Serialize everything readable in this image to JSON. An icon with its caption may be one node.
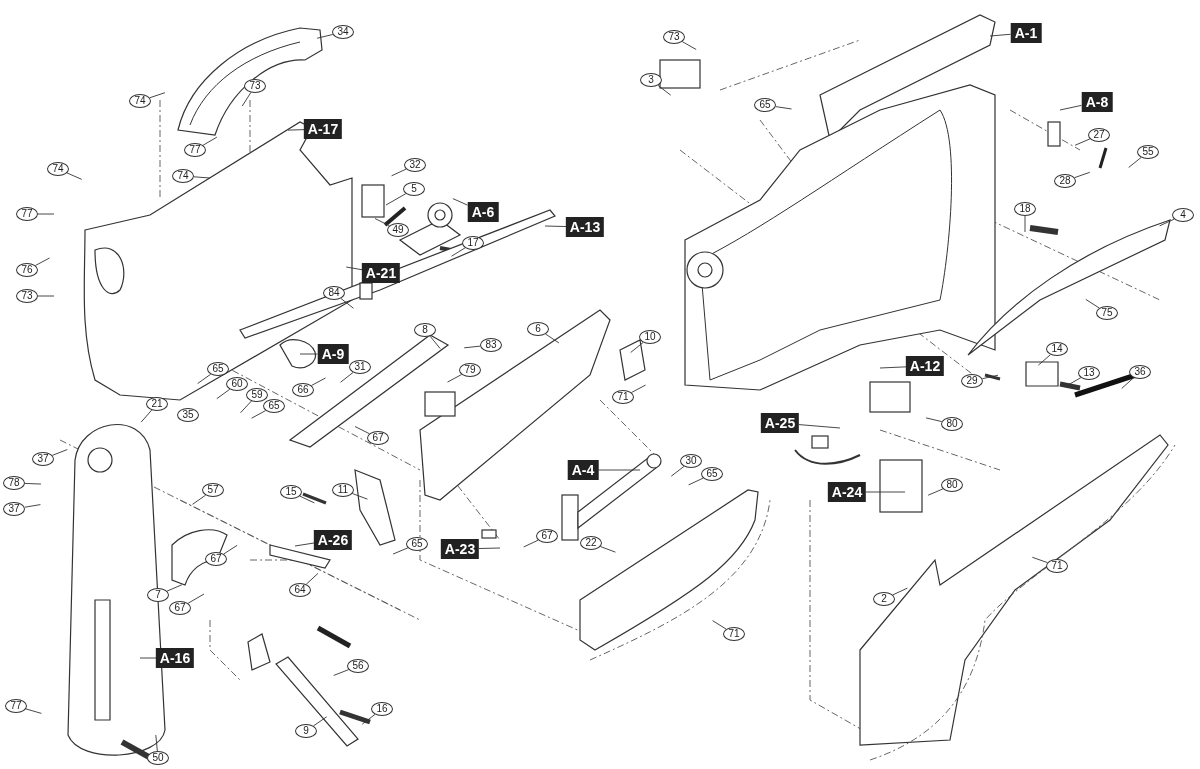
{
  "diagram": {
    "nodes": [
      {
        "text": [
          "34"
        ]
      },
      {
        "text": [
          "A-1"
        ]
      },
      {
        "text": [
          "73"
        ]
      },
      {
        "text": [
          "74"
        ]
      },
      {
        "text": [
          "73"
        ]
      },
      {
        "text": [
          "3"
        ]
      },
      {
        "text": [
          "A-8"
        ]
      },
      {
        "text": [
          "65"
        ]
      },
      {
        "text": [
          "A-17"
        ]
      },
      {
        "text": [
          "27"
        ]
      },
      {
        "text": [
          "77"
        ]
      },
      {
        "text": [
          "55"
        ]
      },
      {
        "text": [
          "74"
        ]
      },
      {
        "text": [
          "32"
        ]
      },
      {
        "text": [
          "74"
        ]
      },
      {
        "text": [
          "28"
        ]
      },
      {
        "text": [
          "5"
        ]
      },
      {
        "text": [
          "18"
        ]
      },
      {
        "text": [
          "A-6"
        ]
      },
      {
        "text": [
          "77"
        ]
      },
      {
        "text": [
          "4"
        ]
      },
      {
        "text": [
          "A-13"
        ]
      },
      {
        "text": [
          "49"
        ]
      },
      {
        "text": [
          "17"
        ]
      },
      {
        "text": [
          "76"
        ]
      },
      {
        "text": [
          "A-21"
        ]
      },
      {
        "text": [
          "84"
        ]
      },
      {
        "text": [
          "73"
        ]
      },
      {
        "text": [
          "75"
        ]
      },
      {
        "text": [
          "8"
        ]
      },
      {
        "text": [
          "6"
        ]
      },
      {
        "text": [
          "10"
        ]
      },
      {
        "text": [
          "83"
        ]
      },
      {
        "text": [
          "A-9"
        ]
      },
      {
        "text": [
          "A-12"
        ]
      },
      {
        "text": [
          "14"
        ]
      },
      {
        "text": [
          "31"
        ]
      },
      {
        "text": [
          "79"
        ]
      },
      {
        "text": [
          "13"
        ]
      },
      {
        "text": [
          "36"
        ]
      },
      {
        "text": [
          "65"
        ]
      },
      {
        "text": [
          "29"
        ]
      },
      {
        "text": [
          "60"
        ]
      },
      {
        "text": [
          "66"
        ]
      },
      {
        "text": [
          "59"
        ]
      },
      {
        "text": [
          "71"
        ]
      },
      {
        "text": [
          "21"
        ]
      },
      {
        "text": [
          "65"
        ]
      },
      {
        "text": [
          "35"
        ]
      },
      {
        "text": [
          "A-25"
        ]
      },
      {
        "text": [
          "80"
        ]
      },
      {
        "text": [
          "67"
        ]
      },
      {
        "text": [
          "37"
        ]
      },
      {
        "text": [
          "A-4"
        ]
      },
      {
        "text": [
          "30"
        ]
      },
      {
        "text": [
          "65"
        ]
      },
      {
        "text": [
          "78"
        ]
      },
      {
        "text": [
          "80"
        ]
      },
      {
        "text": [
          "57"
        ]
      },
      {
        "text": [
          "15"
        ]
      },
      {
        "text": [
          "11"
        ]
      },
      {
        "text": [
          "A-24"
        ]
      },
      {
        "text": [
          "37"
        ]
      },
      {
        "text": [
          "A-26"
        ]
      },
      {
        "text": [
          "A-23"
        ]
      },
      {
        "text": [
          "67"
        ]
      },
      {
        "text": [
          "65"
        ]
      },
      {
        "text": [
          "22"
        ]
      },
      {
        "text": [
          "67"
        ]
      },
      {
        "text": [
          "71"
        ]
      },
      {
        "text": [
          "64"
        ]
      },
      {
        "text": [
          "7"
        ]
      },
      {
        "text": [
          "2"
        ]
      },
      {
        "text": [
          "67"
        ]
      },
      {
        "text": [
          "71"
        ]
      },
      {
        "text": [
          "A-16"
        ]
      },
      {
        "text": [
          "56"
        ]
      },
      {
        "text": [
          "77"
        ]
      },
      {
        "text": [
          "16"
        ]
      },
      {
        "text": [
          "9"
        ]
      },
      {
        "text": [
          "50"
        ]
      }
    ],
    "edges": [
      {
        "from": 0,
        "to": null,
        "arrow": "none"
      },
      {
        "from": 1,
        "to": null,
        "arrow": "none"
      },
      {
        "from": 2,
        "to": null,
        "arrow": "none"
      },
      {
        "from": 3,
        "to": null,
        "arrow": "none"
      },
      {
        "from": 4,
        "to": null,
        "arrow": "none"
      },
      {
        "from": 5,
        "to": null,
        "arrow": "none"
      },
      {
        "from": 6,
        "to": null,
        "arrow": "none"
      },
      {
        "from": 7,
        "to": null,
        "arrow": "none"
      },
      {
        "from": 8,
        "to": null,
        "arrow": "none"
      },
      {
        "from": 9,
        "to": null,
        "arrow": "none"
      },
      {
        "from": 10,
        "to": null,
        "arrow": "none"
      },
      {
        "from": 11,
        "to": null,
        "arrow": "none"
      },
      {
        "from": 12,
        "to": null,
        "arrow": "none"
      },
      {
        "from": 13,
        "to": null,
        "arrow": "none"
      },
      {
        "from": 14,
        "to": null,
        "arrow": "none"
      },
      {
        "from": 15,
        "to": null,
        "arrow": "none"
      },
      {
        "from": 16,
        "to": null,
        "arrow": "none"
      },
      {
        "from": 17,
        "to": null,
        "arrow": "none"
      },
      {
        "from": 18,
        "to": null,
        "arrow": "none"
      },
      {
        "from": 19,
        "to": null,
        "arrow": "none"
      },
      {
        "from": 20,
        "to": null,
        "arrow": "none"
      },
      {
        "from": 21,
        "to": null,
        "arrow": "none"
      },
      {
        "from": 22,
        "to": null,
        "arrow": "none"
      },
      {
        "from": 23,
        "to": null,
        "arrow": "none"
      },
      {
        "from": 24,
        "to": null,
        "arrow": "none"
      },
      {
        "from": 25,
        "to": null,
        "arrow": "none"
      },
      {
        "from": 26,
        "to": null,
        "arrow": "none"
      },
      {
        "from": 27,
        "to": null,
        "arrow": "none"
      },
      {
        "from": 28,
        "to": null,
        "arrow": "none"
      },
      {
        "from": 29,
        "to": null,
        "arrow": "none"
      },
      {
        "from": 30,
        "to": null,
        "arrow": "none"
      },
      {
        "from": 31,
        "to": null,
        "arrow": "none"
      },
      {
        "from": 32,
        "to": null,
        "arrow": "none"
      },
      {
        "from": 33,
        "to": null,
        "arrow": "none"
      },
      {
        "from": 34,
        "to": null,
        "arrow": "none"
      },
      {
        "from": 35,
        "to": null,
        "arrow": "none"
      },
      {
        "from": 36,
        "to": null,
        "arrow": "none"
      },
      {
        "from": 37,
        "to": null,
        "arrow": "none"
      },
      {
        "from": 38,
        "to": null,
        "arrow": "none"
      },
      {
        "from": 39,
        "to": null,
        "arrow": "none"
      },
      {
        "from": 40,
        "to": null,
        "arrow": "none"
      },
      {
        "from": 41,
        "to": null,
        "arrow": "none"
      },
      {
        "from": 42,
        "to": null,
        "arrow": "none"
      },
      {
        "from": 43,
        "to": null,
        "arrow": "none"
      },
      {
        "from": 44,
        "to": null,
        "arrow": "none"
      },
      {
        "from": 45,
        "to": null,
        "arrow": "none"
      },
      {
        "from": 46,
        "to": null,
        "arrow": "none"
      },
      {
        "from": 47,
        "to": null,
        "arrow": "none"
      },
      {
        "from": 48,
        "to": null,
        "arrow": "none"
      },
      {
        "from": 49,
        "to": null,
        "arrow": "none"
      },
      {
        "from": 50,
        "to": null,
        "arrow": "none"
      },
      {
        "from": 51,
        "to": null,
        "arrow": "none"
      },
      {
        "from": 52,
        "to": null,
        "arrow": "none"
      },
      {
        "from": 53,
        "to": null,
        "arrow": "none"
      },
      {
        "from": 54,
        "to": null,
        "arrow": "none"
      },
      {
        "from": 55,
        "to": null,
        "arrow": "none"
      },
      {
        "from": 56,
        "to": null,
        "arrow": "none"
      },
      {
        "from": 57,
        "to": null,
        "arrow": "none"
      },
      {
        "from": 58,
        "to": null,
        "arrow": "none"
      },
      {
        "from": 59,
        "to": null,
        "arrow": "none"
      },
      {
        "from": 60,
        "to": null,
        "arrow": "none"
      },
      {
        "from": 61,
        "to": null,
        "arrow": "none"
      },
      {
        "from": 62,
        "to": null,
        "arrow": "none"
      },
      {
        "from": 63,
        "to": null,
        "arrow": "none"
      },
      {
        "from": 64,
        "to": null,
        "arrow": "none"
      },
      {
        "from": 65,
        "to": null,
        "arrow": "none"
      },
      {
        "from": 66,
        "to": null,
        "arrow": "none"
      },
      {
        "from": 67,
        "to": null,
        "arrow": "none"
      },
      {
        "from": 68,
        "to": null,
        "arrow": "none"
      },
      {
        "from": 69,
        "to": null,
        "arrow": "none"
      },
      {
        "from": 70,
        "to": null,
        "arrow": "none"
      },
      {
        "from": 71,
        "to": null,
        "arrow": "none"
      },
      {
        "from": 72,
        "to": null,
        "arrow": "none"
      },
      {
        "from": 73,
        "to": null,
        "arrow": "none"
      },
      {
        "from": 74,
        "to": null,
        "arrow": "none"
      },
      {
        "from": 75,
        "to": null,
        "arrow": "none"
      },
      {
        "from": 76,
        "to": null,
        "arrow": "none"
      },
      {
        "from": 77,
        "to": null,
        "arrow": "none"
      },
      {
        "from": 78,
        "to": null,
        "arrow": "none"
      },
      {
        "from": 79,
        "to": null,
        "arrow": "none"
      },
      {
        "from": 80,
        "to": null,
        "arrow": "none"
      }
    ]
  }
}
